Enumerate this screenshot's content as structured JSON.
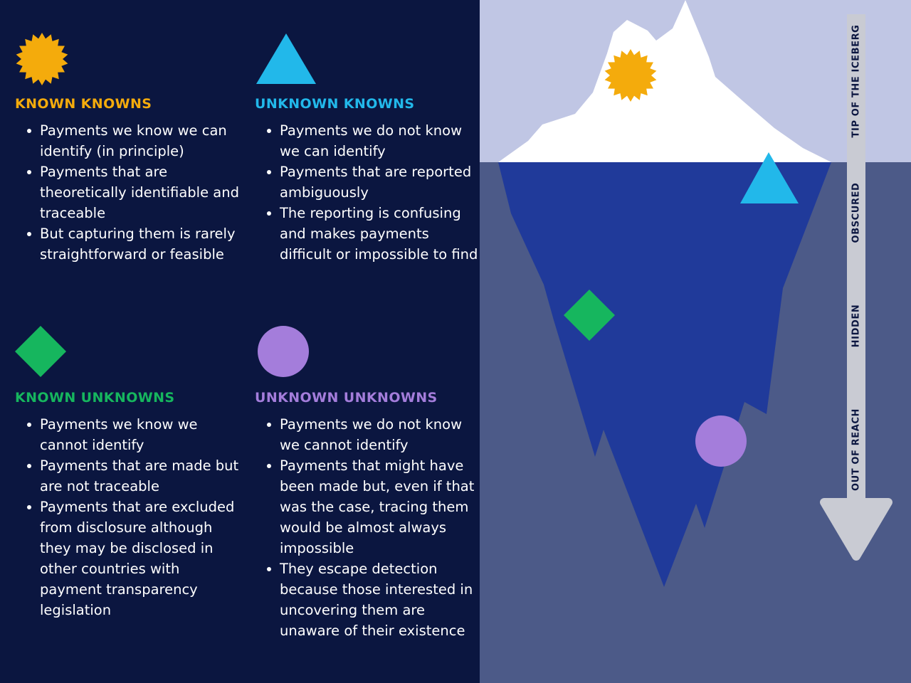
{
  "colors": {
    "background": "#0b1640",
    "sky": "#c0c6e4",
    "sea": "#4c5a88",
    "iceberg_top": "#ffffff",
    "iceberg_underwater": "#203a9a",
    "arrow": "#c9cbd3",
    "known_knowns": "#f4ab0c",
    "unknown_knowns": "#22b8ea",
    "known_unknowns": "#16b65e",
    "unknown_unknowns": "#a47ddb"
  },
  "quadrants": {
    "known_knowns": {
      "icon": "sunburst-icon",
      "title": "KNOWN KNOWNS",
      "items": [
        "Payments we know we can identify (in principle)",
        "Payments that are theoretically identifiable and traceable",
        "But capturing them is rarely straightforward or feasible"
      ]
    },
    "unknown_knowns": {
      "icon": "triangle-icon",
      "title": "UNKNOWN KNOWNS",
      "items": [
        "Payments we do not know we can identify",
        "Payments that are reported ambiguously",
        "The reporting is confusing and makes payments difficult or impossible to find"
      ]
    },
    "known_unknowns": {
      "icon": "diamond-icon",
      "title": "KNOWN UNKNOWNS",
      "items": [
        "Payments we know we cannot identify",
        "Payments that are made but are not traceable",
        "Payments that are excluded from disclosure although they may be disclosed in other countries with payment transparency legislation"
      ]
    },
    "unknown_unknowns": {
      "icon": "circle-icon",
      "title": "UNKNOWN UNKNOWNS",
      "items": [
        "Payments we do not know we cannot identify",
        "Payments that might have been made but, even if that was the case, tracing them would be almost always impossible",
        "They escape detection because those interested in uncovering them are unaware of their existence"
      ]
    }
  },
  "depth_arrow": {
    "labels": [
      "TIP OF THE ICEBERG",
      "OBSCURED",
      "HIDDEN",
      "OUT OF REACH"
    ]
  }
}
